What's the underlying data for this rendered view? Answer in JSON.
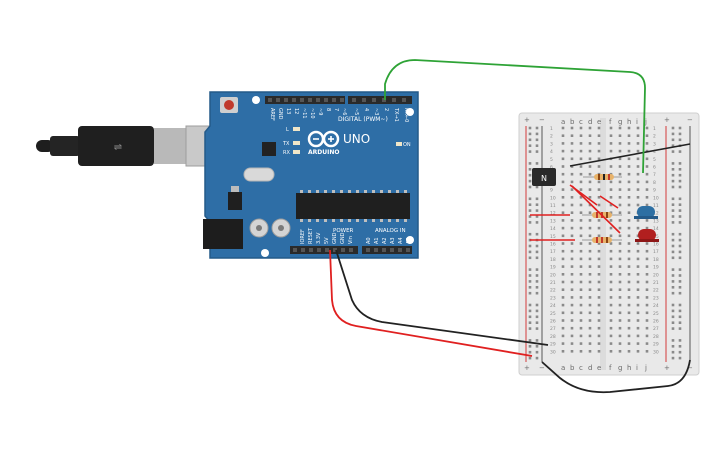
{
  "canvas": {
    "background": "#ffffff"
  },
  "arduino": {
    "model": "UNO",
    "brand": "ARDUINO",
    "header_digital": "DIGITAL (PWM~)",
    "header_power": "POWER",
    "header_analog": "ANALOG IN",
    "led_on": "ON",
    "led_l": "L",
    "led_tx": "TX",
    "led_rx": "RX",
    "digital_pins": [
      "AREF",
      "GND",
      "13",
      "12",
      "~11",
      "~10",
      "~9",
      "8",
      "7",
      "~6",
      "~5",
      "4",
      "~3",
      "2",
      "TX→1",
      "RX←0"
    ],
    "power_pins": [
      "IOREF",
      "RESET",
      "3.3V",
      "5V",
      "GND",
      "GND",
      "Vin"
    ],
    "analog_pins": [
      "A0",
      "A1",
      "A2",
      "A3",
      "A4",
      "A5"
    ],
    "colors": {
      "board": "#2e6ea6",
      "board_edge": "#245a89",
      "header": "#2a2a2a"
    }
  },
  "breadboard": {
    "columns_left": [
      "a",
      "b",
      "c",
      "d",
      "e"
    ],
    "columns_right": [
      "f",
      "g",
      "h",
      "i",
      "j"
    ],
    "rail_plus": "+",
    "rail_minus": "−",
    "rows": [
      "1",
      "2",
      "3",
      "4",
      "5",
      "6",
      "7",
      "8",
      "9",
      "10",
      "11",
      "12",
      "13",
      "14",
      "15",
      "16",
      "17",
      "18",
      "19",
      "20",
      "21",
      "22",
      "23",
      "24",
      "25",
      "26",
      "27",
      "28",
      "29",
      "30"
    ],
    "colors": {
      "body": "#e9e9e9",
      "hole": "#8a8a8a",
      "rail_red": "#d33a3a",
      "rail_dark": "#333333"
    }
  },
  "components": {
    "transistor_label": "N",
    "leds": [
      {
        "name": "blue-led",
        "color": "#2d6fa3"
      },
      {
        "name": "red-led",
        "color": "#b11f1f"
      }
    ],
    "resistor_color": "#e8b36a"
  },
  "wires": {
    "green": "#2ea336",
    "red": "#e02020",
    "black": "#222222"
  }
}
